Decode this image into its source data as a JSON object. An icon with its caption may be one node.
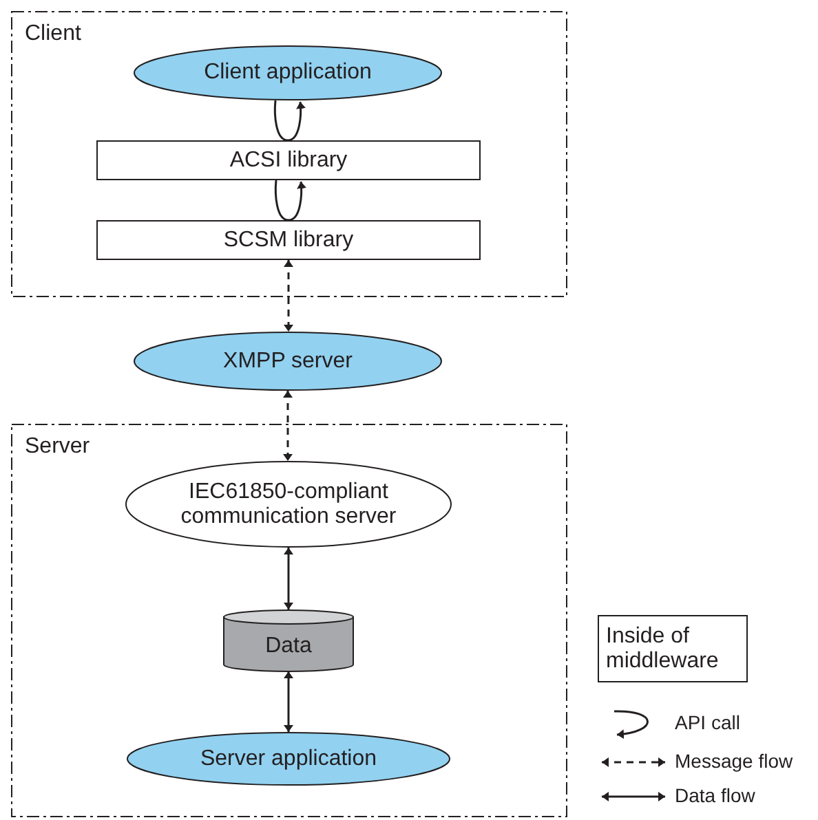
{
  "diagram": {
    "nodes": [
      {
        "text": [
          "Client"
        ]
      },
      {
        "text": [
          "Client application"
        ],
        "in": 0
      },
      {
        "text": [
          "ACSI library"
        ],
        "in": 0
      },
      {
        "text": [
          "SCSM library"
        ],
        "in": 0
      },
      {
        "text": [
          "XMPP server"
        ]
      },
      {
        "text": [
          "Server"
        ]
      },
      {
        "text": [
          "IEC61850-compliant communication server"
        ],
        "in": 5
      },
      {
        "text": [
          "Data"
        ],
        "in": 5
      },
      {
        "text": [
          "Server application"
        ],
        "in": 5
      },
      {
        "text": [
          "Inside of middleware"
        ]
      }
    ],
    "edges": [
      {
        "from": 2,
        "to": 1,
        "arrow": "to"
      },
      {
        "from": 3,
        "to": 2,
        "arrow": "to"
      },
      {
        "from": 3,
        "to": 4,
        "arrow": "both",
        "style": "dashed"
      },
      {
        "from": 4,
        "to": 6,
        "arrow": "both",
        "style": "dashed"
      },
      {
        "from": 6,
        "to": 7,
        "arrow": "both"
      },
      {
        "from": 7,
        "to": 8,
        "arrow": "both"
      }
    ],
    "legend": [
      {
        "text": "API call"
      },
      {
        "text": "Message flow"
      },
      {
        "text": "Data flow"
      }
    ]
  }
}
